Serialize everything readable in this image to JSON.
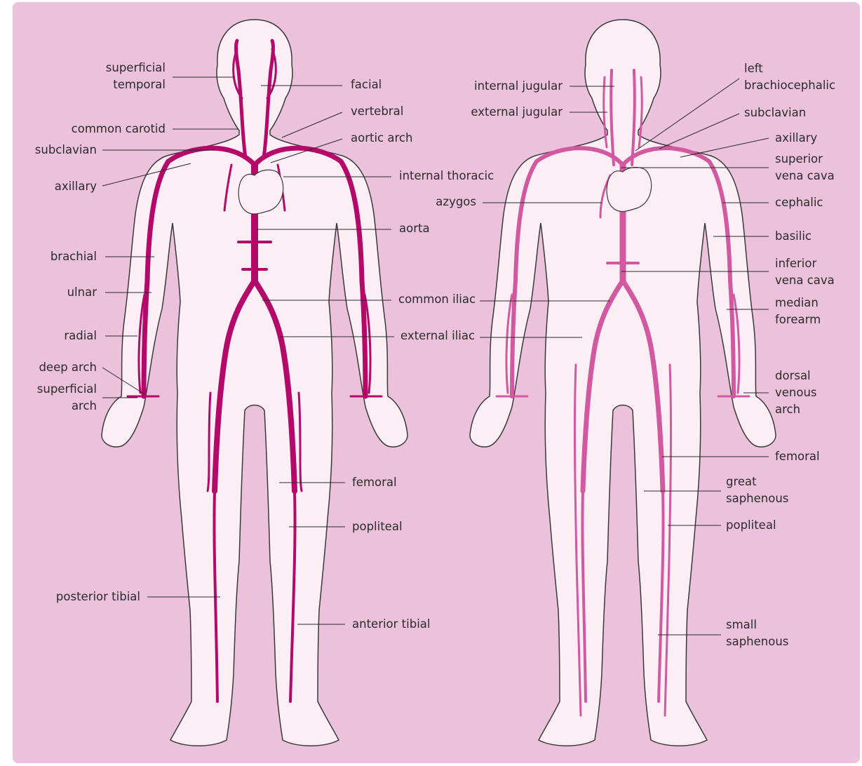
{
  "colors": {
    "background": "#ebc1dc",
    "body_fill": "#fbeef5",
    "body_outline": "#3a3a3a",
    "arteries": "#b5096a",
    "veins": "#d2599f",
    "leader_lines": "#2b2b2b"
  },
  "figures": {
    "arterial": {
      "labels_left": [
        {
          "text": "superficial\ntemporal"
        },
        {
          "text": "common carotid"
        },
        {
          "text": "subclavian"
        },
        {
          "text": "axillary"
        },
        {
          "text": "brachial"
        },
        {
          "text": "ulnar"
        },
        {
          "text": "radial"
        },
        {
          "text": "deep arch"
        },
        {
          "text": "superficial\narch"
        },
        {
          "text": "posterior tibial"
        }
      ],
      "labels_right": [
        {
          "text": "facial"
        },
        {
          "text": "vertebral"
        },
        {
          "text": "aortic arch"
        },
        {
          "text": "internal thoracic"
        },
        {
          "text": "aorta"
        },
        {
          "text": "common iliac"
        },
        {
          "text": "external iliac"
        },
        {
          "text": "femoral"
        },
        {
          "text": "popliteal"
        },
        {
          "text": "anterior tibial"
        }
      ]
    },
    "venous": {
      "labels_left": [
        {
          "text": "internal jugular"
        },
        {
          "text": "external jugular"
        },
        {
          "text": "azygos"
        }
      ],
      "labels_right": [
        {
          "text": "left\nbrachiocephalic"
        },
        {
          "text": "subclavian"
        },
        {
          "text": "axillary"
        },
        {
          "text": "superior\nvena cava"
        },
        {
          "text": "cephalic"
        },
        {
          "text": "basilic"
        },
        {
          "text": "inferior\nvena cava"
        },
        {
          "text": "median\nforearm"
        },
        {
          "text": "dorsal\nvenous\narch"
        },
        {
          "text": "femoral"
        },
        {
          "text": "great\nsaphenous"
        },
        {
          "text": "popliteal"
        },
        {
          "text": "small\nsaphenous"
        }
      ]
    }
  }
}
